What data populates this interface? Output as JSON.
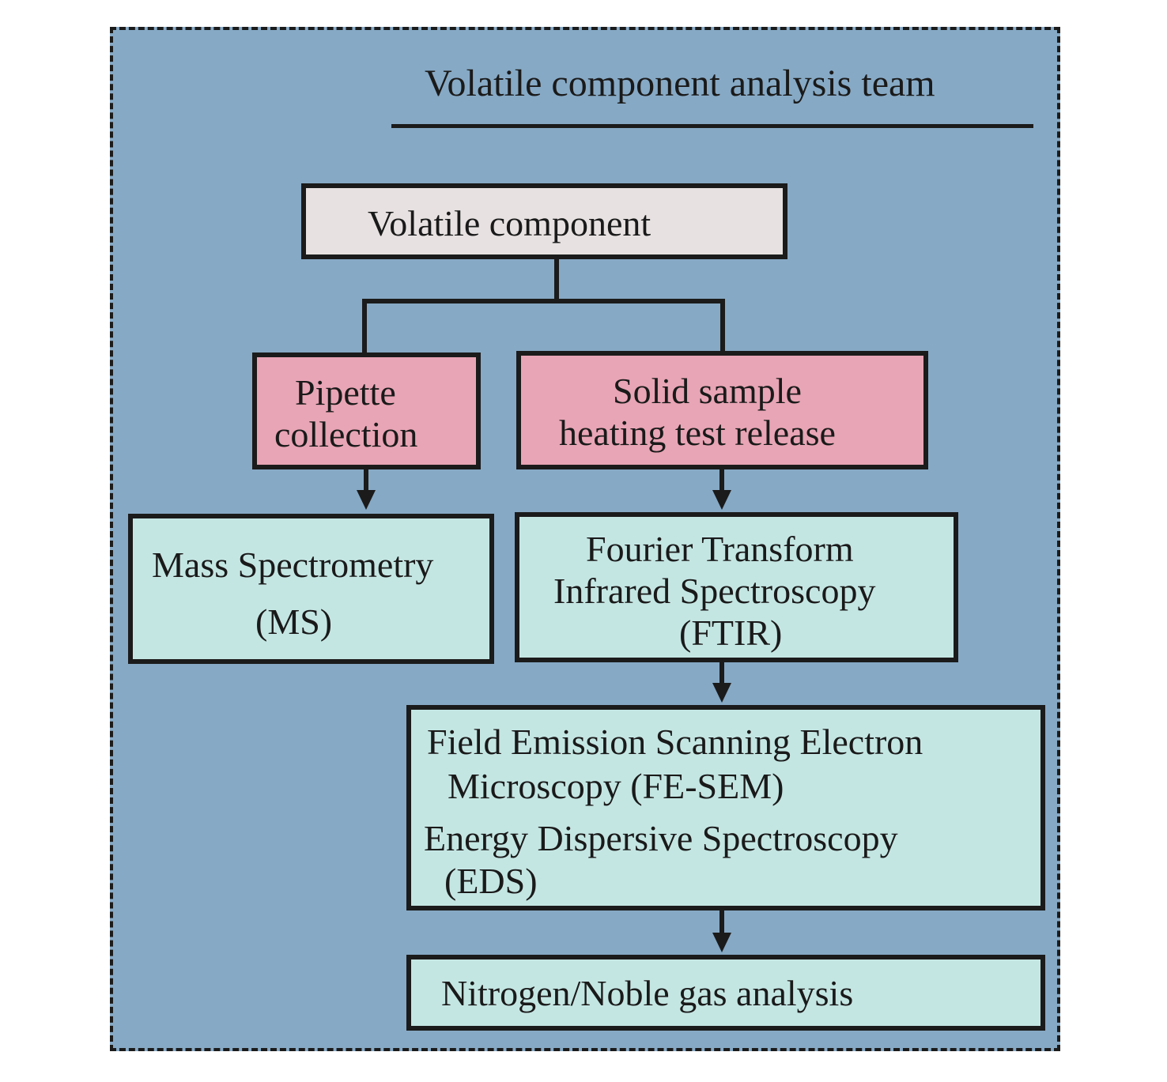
{
  "diagram": {
    "title": "Volatile component analysis team",
    "colors": {
      "background": "#86a9c5",
      "root_fill": "#e7e2e1",
      "method_fill": "#e8a5b5",
      "instrument_fill": "#c4e6e3",
      "line": "#1b1b1b"
    },
    "nodes": {
      "root": {
        "label": "Volatile component"
      },
      "pipette": {
        "lines": [
          "Pipette",
          "collection"
        ]
      },
      "solid": {
        "lines": [
          "Solid sample",
          "heating test release"
        ]
      },
      "ms": {
        "lines": [
          "Mass Spectrometry",
          "(MS)"
        ]
      },
      "ftir": {
        "lines": [
          "Fourier Transform",
          "Infrared Spectroscopy",
          "(FTIR)"
        ]
      },
      "sem": {
        "lines": [
          "Field Emission Scanning Electron",
          "Microscopy (FE-SEM)",
          "Energy Dispersive Spectroscopy",
          "(EDS)"
        ]
      },
      "gas": {
        "label": "Nitrogen/Noble gas analysis"
      }
    },
    "edges": [
      {
        "from": "root",
        "to": "pipette"
      },
      {
        "from": "root",
        "to": "solid"
      },
      {
        "from": "pipette",
        "to": "ms"
      },
      {
        "from": "solid",
        "to": "ftir"
      },
      {
        "from": "ftir",
        "to": "sem"
      },
      {
        "from": "sem",
        "to": "gas"
      }
    ]
  }
}
